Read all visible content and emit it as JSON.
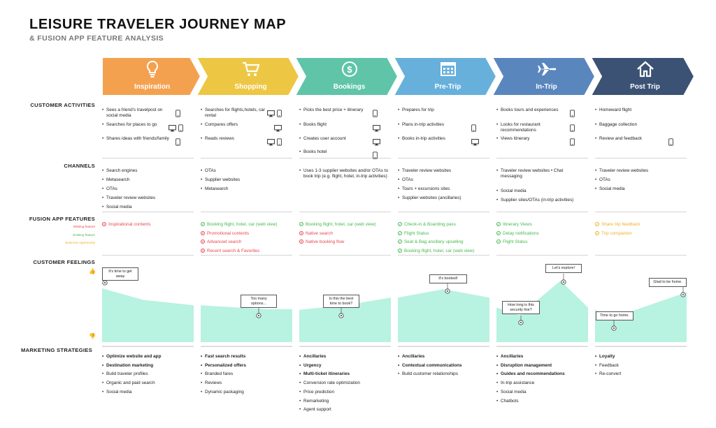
{
  "header": {
    "title": "LEISURE TRAVELER JOURNEY MAP",
    "subtitle": "& FUSION APP FEATURE ANALYSIS"
  },
  "stages": [
    {
      "label": "Inspiration",
      "color": "#f4a14f",
      "icon": "lightbulb-icon"
    },
    {
      "label": "Shopping",
      "color": "#edc743",
      "icon": "shopping-cart-icon"
    },
    {
      "label": "Bookings",
      "color": "#5fc4a8",
      "icon": "dollar-coin-icon"
    },
    {
      "label": "Pre-Trip",
      "color": "#67b0dc",
      "icon": "calendar-icon"
    },
    {
      "label": "In-Trip",
      "color": "#5a86be",
      "icon": "airplane-icon"
    },
    {
      "label": "Post Trip",
      "color": "#3c5274",
      "icon": "house-icon"
    }
  ],
  "sections": {
    "activities": "CUSTOMER ACTIVITIES",
    "channels": "CHANNELS",
    "features": "FUSION APP FEATURES",
    "feelings": "CUSTOMER FEELINGS",
    "marketing": "MARKETING STRATEGIES"
  },
  "legend": {
    "missing": "Missing feature",
    "existing": "Existing feature",
    "business": "Business opportunity",
    "colors": {
      "missing": "#e8474d",
      "existing": "#45b94d",
      "business": "#f0b02a"
    }
  },
  "activities": [
    [
      {
        "text": "Sees a friend's travelpost on social media",
        "devices": [
          "phone-icon"
        ]
      },
      {
        "text": "Searches for places to go",
        "devices": [
          "desktop-icon",
          "phone-icon"
        ]
      },
      {
        "text": "Shares ideas with friends/family",
        "devices": [
          "phone-icon"
        ]
      }
    ],
    [
      {
        "text": "Searches for flights,hotels, car rental",
        "devices": [
          "desktop-icon",
          "phone-icon"
        ]
      },
      {
        "text": "Compares offers",
        "devices": [
          "desktop-icon"
        ]
      },
      {
        "text": "Reads reviews",
        "devices": [
          "desktop-icon",
          "phone-icon"
        ]
      }
    ],
    [
      {
        "text": "Picks the best price + itinerary",
        "devices": [
          "phone-icon"
        ]
      },
      {
        "text": "Books flight",
        "devices": [
          "desktop-icon"
        ]
      },
      {
        "text": "Creates user account",
        "devices": [
          "desktop-icon"
        ]
      },
      {
        "text": "Books hotel",
        "devices": [
          "phone-icon"
        ]
      }
    ],
    [
      {
        "text": "Prepares for trip",
        "devices": []
      },
      {
        "text": "Plans in-trip activities",
        "devices": [
          "phone-icon"
        ]
      },
      {
        "text": "Books in-trip activities",
        "devices": [
          "desktop-icon"
        ]
      }
    ],
    [
      {
        "text": "Books tours and experiences",
        "devices": [
          "phone-icon"
        ]
      },
      {
        "text": "Looks for restaurant recommendations",
        "devices": [
          "phone-icon"
        ]
      },
      {
        "text": "Views itinerary",
        "devices": [
          "phone-icon"
        ]
      }
    ],
    [
      {
        "text": "Homeward flight",
        "devices": []
      },
      {
        "text": "Baggage collection",
        "devices": []
      },
      {
        "text": "Review and feedback",
        "devices": [
          "phone-icon"
        ]
      }
    ]
  ],
  "channels": [
    [
      "Search engines",
      "Metasearch",
      "OTAs",
      "Traveler review websites",
      "Social media"
    ],
    [
      "OTAs",
      "Supplier websites",
      "Metasearch"
    ],
    [
      "Uses 1-3 supplier websites and/or OTAs to book trip (e.g. flight, hotel, in-trip activities)"
    ],
    [
      "Traveler review websites",
      "OTAs",
      "Tours + excursions sites",
      "Supplier websites (ancillaries)"
    ],
    [
      "Traveler review websites • Chat messaging",
      "Social media",
      "Supplier sites/OTAs (in-trip activities)"
    ],
    [
      "Traveler review websites",
      "OTAs",
      "Social media"
    ]
  ],
  "features": [
    [
      {
        "text": "Inspirational contents",
        "type": "missing"
      }
    ],
    [
      {
        "text": "Booking flight, hotel, car (web view)",
        "type": "existing"
      },
      {
        "text": "Promotional contents",
        "type": "missing"
      },
      {
        "text": "Advanced search",
        "type": "missing"
      },
      {
        "text": "Recent search & Favorites",
        "type": "missing"
      }
    ],
    [
      {
        "text": "Booking flight, hotel, car (web view)",
        "type": "existing"
      },
      {
        "text": "Native search",
        "type": "missing"
      },
      {
        "text": "Native booking flow",
        "type": "missing"
      }
    ],
    [
      {
        "text": "Check-in & Boarding pass",
        "type": "existing"
      },
      {
        "text": "Flight Status",
        "type": "existing"
      },
      {
        "text": "Seat & Bag ancillary upselling",
        "type": "existing"
      },
      {
        "text": "Booking flight, hotel, car (web view)",
        "type": "existing"
      }
    ],
    [
      {
        "text": "Itinerary Views",
        "type": "existing"
      },
      {
        "text": "Delay notifications",
        "type": "existing"
      },
      {
        "text": "Flight Status",
        "type": "existing"
      }
    ],
    [
      {
        "text": "Share trip feedback",
        "type": "business"
      },
      {
        "text": "Trip companion",
        "type": "business"
      }
    ]
  ],
  "feelings": {
    "fill": "#b8f2e0",
    "scale": "0 = happiest (thumbs up), 100 = unhappiest (thumbs down)",
    "stages": [
      {
        "points": [
          [
            0,
            30
          ],
          [
            0.45,
            45
          ],
          [
            1,
            52
          ]
        ],
        "marker_at": 0,
        "quote": "It's time to get away"
      },
      {
        "points": [
          [
            0,
            52
          ],
          [
            0.7,
            57
          ],
          [
            1,
            57
          ]
        ],
        "marker_at": 1,
        "quote": "Too many options..."
      },
      {
        "points": [
          [
            0,
            58
          ],
          [
            0.5,
            52
          ],
          [
            1,
            42
          ]
        ],
        "marker_at": 1,
        "quote": "Is this the best time to book?"
      },
      {
        "points": [
          [
            0,
            42
          ],
          [
            0.5,
            31
          ],
          [
            1,
            42
          ]
        ],
        "marker_at": 1,
        "quote": "It's booked!"
      },
      {
        "points": [
          [
            0,
            55
          ],
          [
            0.25,
            65
          ],
          [
            0.7,
            20
          ],
          [
            1,
            55
          ]
        ],
        "marker_at": 1,
        "quote": "How long is this security line?",
        "quote2": "Let's explore!"
      },
      {
        "points": [
          [
            0,
            58
          ],
          [
            0.2,
            68
          ],
          [
            1,
            35
          ]
        ],
        "marker_at": 1,
        "quote": "Time to go home.",
        "quote2": "Glad to be home."
      }
    ]
  },
  "marketing": [
    [
      {
        "text": "Optimize website and app",
        "bold": true
      },
      {
        "text": "Destination marketing",
        "bold": true
      },
      {
        "text": "Build traveler profiles",
        "bold": false
      },
      {
        "text": "Organic and paid search",
        "bold": false
      },
      {
        "text": "Social media",
        "bold": false
      }
    ],
    [
      {
        "text": "Fast search results",
        "bold": true
      },
      {
        "text": "Personalized offers",
        "bold": true
      },
      {
        "text": "Branded fares",
        "bold": false
      },
      {
        "text": "Reviews",
        "bold": false
      },
      {
        "text": "Dynamic packaging",
        "bold": false
      }
    ],
    [
      {
        "text": "Ancillaries",
        "bold": true
      },
      {
        "text": "Urgency",
        "bold": true
      },
      {
        "text": "Multi-ticket itineraries",
        "bold": true
      },
      {
        "text": "Conversion rate optimization",
        "bold": false
      },
      {
        "text": "Price prediction",
        "bold": false
      },
      {
        "text": "Remarketing",
        "bold": false
      },
      {
        "text": "Agent support",
        "bold": false
      }
    ],
    [
      {
        "text": "Ancillaries",
        "bold": true
      },
      {
        "text": "Contextual communications",
        "bold": true
      },
      {
        "text": "Build customer relationships",
        "bold": false
      }
    ],
    [
      {
        "text": "Ancillaries",
        "bold": true
      },
      {
        "text": "Disruption management",
        "bold": true
      },
      {
        "text": "Guides and recommendations",
        "bold": true
      },
      {
        "text": "In-trip assistance",
        "bold": false
      },
      {
        "text": "Social media",
        "bold": false
      },
      {
        "text": "Chatbots",
        "bold": false
      }
    ],
    [
      {
        "text": "Loyalty",
        "bold": true
      },
      {
        "text": "Feedback",
        "bold": false
      },
      {
        "text": "Re-convert",
        "bold": false
      }
    ]
  ]
}
